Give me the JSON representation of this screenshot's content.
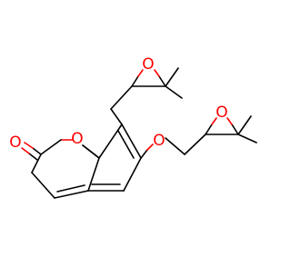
{
  "atoms": {
    "carbonyl_oxygen": "O",
    "ring_oxygen": "O",
    "epoxide_oxygen_1": "O",
    "ether_oxygen": "O",
    "epoxide_oxygen_2": "O"
  },
  "colors": {
    "bond": "#000000",
    "heteroatom": "#ff0000",
    "background": "#ffffff"
  }
}
